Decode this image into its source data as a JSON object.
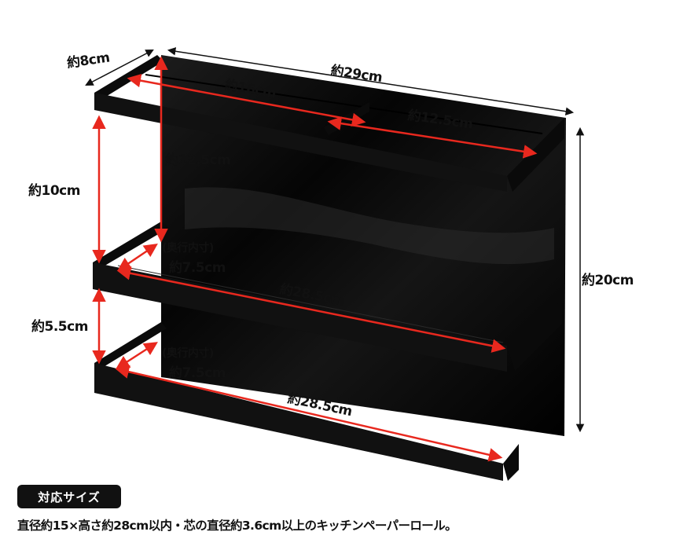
{
  "dimensions": {
    "depth_total": "約8cm",
    "width_total": "約29cm",
    "height_total": "約20cm",
    "top_left_compartment": "約16cm",
    "top_right_compartment": "約12.5cm",
    "top_tier_height": "約12.5cm",
    "upper_gap": "約10cm",
    "lower_gap": "約5.5cm",
    "middle_inner_depth_note": "(奥行内寸)",
    "middle_inner_depth": "約7.5cm",
    "middle_inner_width": "約28.5cm",
    "bottom_inner_depth_note": "(奥行内寸)",
    "bottom_inner_depth": "約7.5cm",
    "bottom_inner_width": "約28.5cm"
  },
  "footer": {
    "badge_label": "対応サイズ",
    "note": "直径約15×高さ約28cm以内・芯の直径約3.6cm以上のキッチンペーパーロール。"
  },
  "colors": {
    "product": "#0d0d0d",
    "arrow": "#e8281e",
    "dim_line": "#111111"
  }
}
